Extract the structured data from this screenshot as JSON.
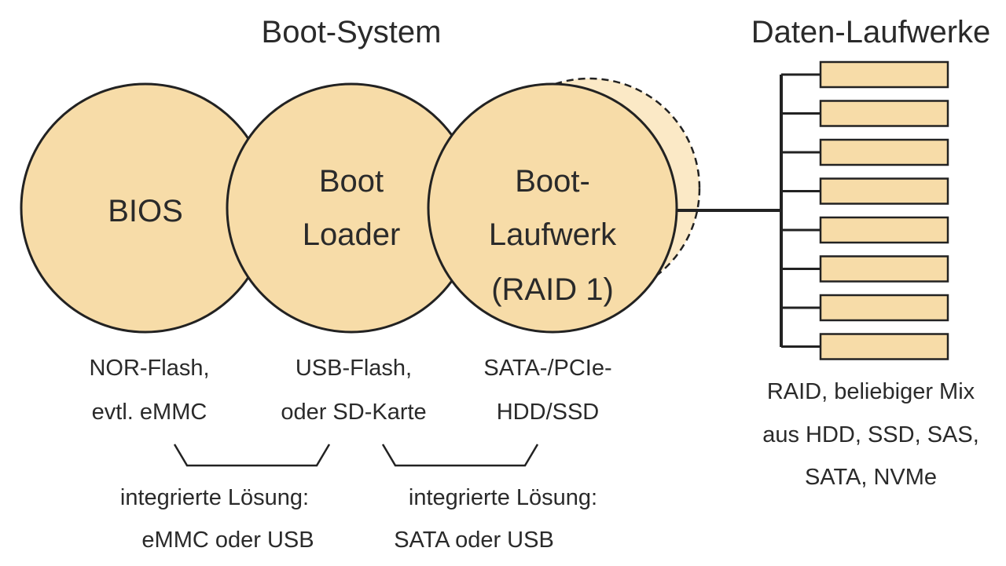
{
  "titles": {
    "boot_system": "Boot-System",
    "data_drives": "Daten-Laufwerke"
  },
  "circles": {
    "bios": {
      "line1": "BIOS"
    },
    "boot_loader": {
      "line1": "Boot",
      "line2": "Loader"
    },
    "boot_drive": {
      "line1": "Boot-",
      "line2": "Laufwerk",
      "line3": "(RAID 1)"
    }
  },
  "captions": {
    "bios": {
      "line1": "NOR-Flash,",
      "line2": "evtl. eMMC"
    },
    "boot_loader": {
      "line1": "USB-Flash,",
      "line2": "oder SD-Karte"
    },
    "boot_drive": {
      "line1": "SATA-/PCIe-",
      "line2": "HDD/SSD"
    },
    "data_drives": {
      "line1": "RAID, beliebiger Mix",
      "line2": "aus HDD, SSD, SAS,",
      "line3": "SATA, NVMe"
    }
  },
  "integrated": {
    "left": {
      "line1": "integrierte Lösung:",
      "line2": "eMMC oder USB"
    },
    "right": {
      "line1": "integrierte Lösung:",
      "line2": "SATA oder USB"
    }
  },
  "data_drive_count": 8,
  "colors": {
    "circle_fill": "#f7dca8",
    "ghost_fill": "#fbe9c6",
    "stroke": "#222222",
    "drive_fill": "#f7dca8"
  }
}
